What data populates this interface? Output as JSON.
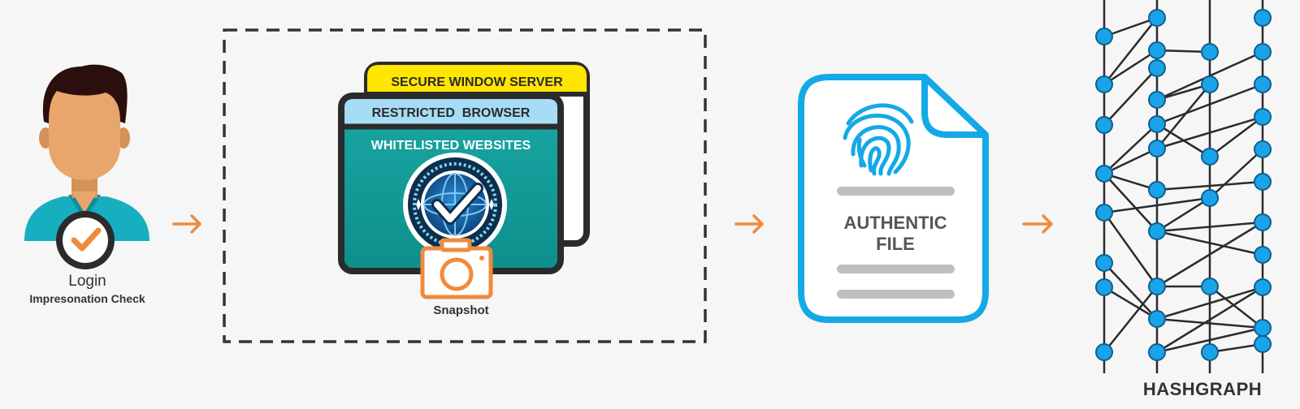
{
  "steps": {
    "login": {
      "label": "Login",
      "sublabel": "Impresonation Check",
      "icon": "user-check-icon"
    },
    "secure_zone": {
      "server_title": "SECURE WINDOW SERVER",
      "browser_title": "RESTRICTED  BROWSER",
      "websites_title": "WHITELISTED WEBSITES",
      "snapshot_label": "Snapshot",
      "icons": [
        "globe-check-icon",
        "camera-icon"
      ]
    },
    "file": {
      "line1": "AUTHENTIC",
      "line2": "FILE",
      "icon": "fingerprint-icon"
    },
    "hashgraph": {
      "label": "HASHGRAPH"
    }
  },
  "colors": {
    "arrow": "#f08a3c",
    "file_blue": "#14a9e6",
    "node_blue": "#1aa3e8",
    "teal": "#139a9a",
    "yellow": "#ffe600",
    "light_blue": "#a6dcf5",
    "dark": "#2b2b2b"
  }
}
